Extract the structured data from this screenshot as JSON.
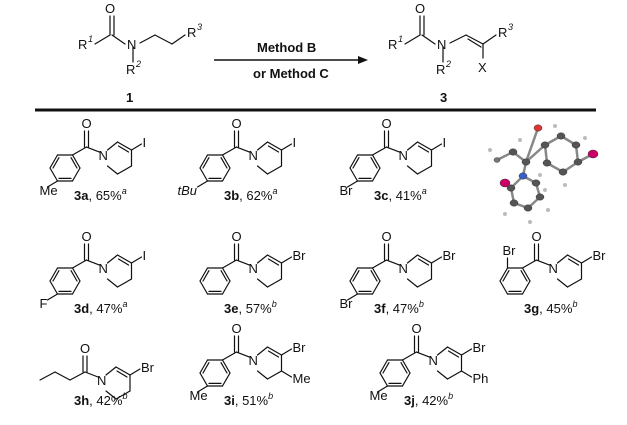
{
  "scheme": {
    "reactant_number": "1",
    "product_number": "3",
    "arrow_top": "Method B",
    "arrow_bottom": "or Method C",
    "reactant_labels": {
      "R1": "R",
      "R1sup": "1",
      "N": "N",
      "R2": "R",
      "R2sup": "2",
      "R3": "R",
      "R3sup": "3",
      "O": "O"
    },
    "product_labels": {
      "R1": "R",
      "R1sup": "1",
      "N": "N",
      "R2": "R",
      "R2sup": "2",
      "R3": "R",
      "R3sup": "3",
      "O": "O",
      "X": "X"
    }
  },
  "compounds": [
    {
      "id": "3a",
      "yield": "65%",
      "note": "a",
      "subst": "Me",
      "halogen": "I"
    },
    {
      "id": "3b",
      "yield": "62%",
      "note": "a",
      "subst": "tBu",
      "halogen": "I"
    },
    {
      "id": "3c",
      "yield": "41%",
      "note": "a",
      "subst": "Br",
      "halogen": "I"
    },
    {
      "id": "3d",
      "yield": "47%",
      "note": "a",
      "subst": "F",
      "halogen": "I"
    },
    {
      "id": "3e",
      "yield": "57%",
      "note": "b",
      "subst": "",
      "halogen": "Br"
    },
    {
      "id": "3f",
      "yield": "47%",
      "note": "b",
      "subst": "Br",
      "halogen": "Br"
    },
    {
      "id": "3g",
      "yield": "45%",
      "note": "b",
      "subst": "Br",
      "halogen": "Br"
    },
    {
      "id": "3h",
      "yield": "42%",
      "note": "b",
      "subst": "",
      "halogen": "Br"
    },
    {
      "id": "3i",
      "yield": "51%",
      "note": "b",
      "subst": "Me",
      "halogen": "Br",
      "extra": "Me"
    },
    {
      "id": "3j",
      "yield": "42%",
      "note": "b",
      "subst": "Me",
      "halogen": "Br",
      "extra": "Ph"
    }
  ],
  "atoms": {
    "O": "O",
    "N": "N"
  }
}
